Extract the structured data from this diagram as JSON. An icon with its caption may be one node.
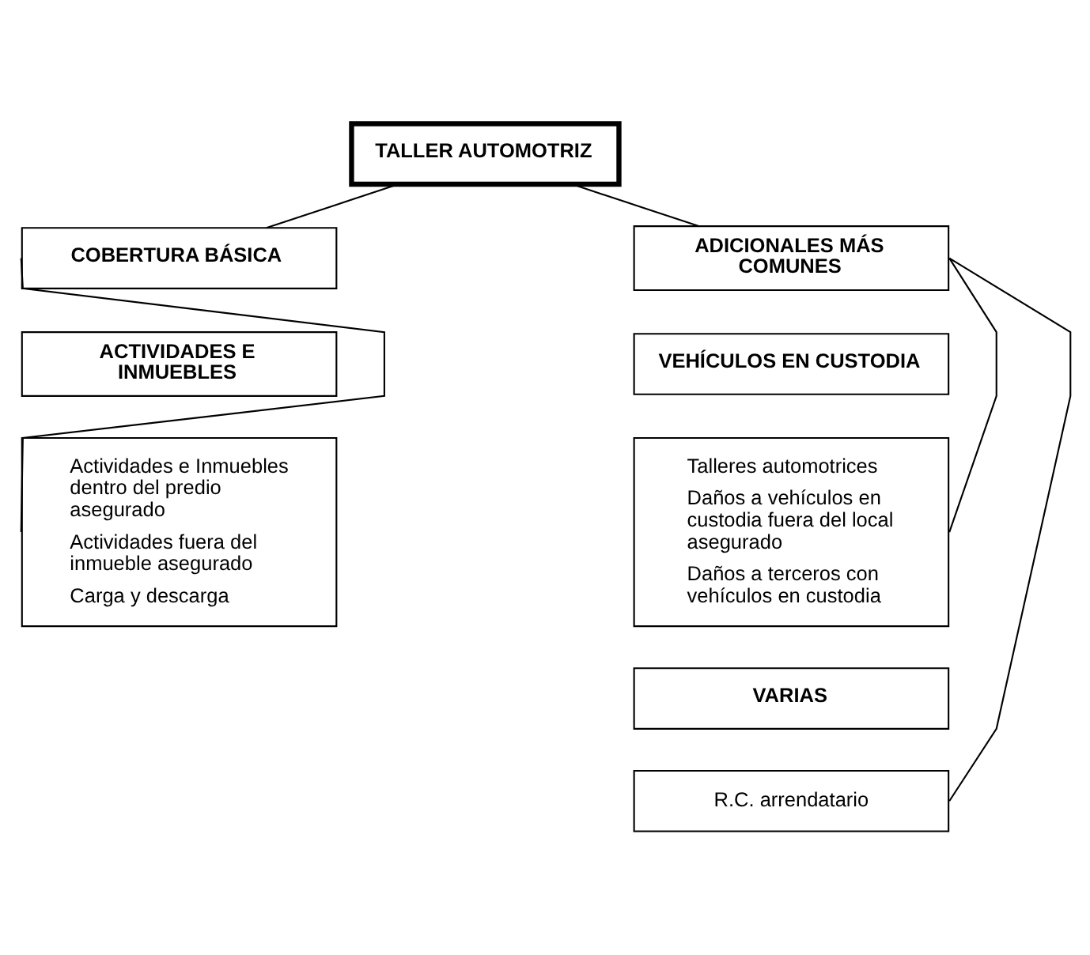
{
  "diagram": {
    "nodes": [
      {
        "text": [
          "TALLER AUTOMOTRIZ"
        ]
      },
      {
        "text": [
          "COBERTURA BÁSICA"
        ]
      },
      {
        "text": [
          "ADICIONALES MÁS COMUNES"
        ]
      },
      {
        "text": [
          "ACTIVIDADES E INMUEBLES"
        ]
      },
      {
        "text": [
          "Actividades e Inmuebles dentro del predio asegurado",
          "Actividades fuera del inmueble asegurado",
          "Carga y descarga"
        ]
      },
      {
        "text": [
          "VEHÍCULOS EN CUSTODIA"
        ]
      },
      {
        "text": [
          "Talleres automotrices",
          "Daños a vehículos en custodia fuera del local asegurado",
          "Daños a terceros con vehículos en custodia"
        ]
      },
      {
        "text": [
          "VARIAS"
        ]
      },
      {
        "text": [
          "R.C. arrendatario"
        ]
      }
    ],
    "edges": [
      {
        "from": 0,
        "to": 1,
        "arrow": "none"
      },
      {
        "from": 0,
        "to": 2,
        "arrow": "none"
      },
      {
        "from": 1,
        "to": 4,
        "arrow": "none"
      },
      {
        "from": 2,
        "to": 6,
        "arrow": "none"
      },
      {
        "from": 2,
        "to": 8,
        "arrow": "none"
      }
    ]
  }
}
